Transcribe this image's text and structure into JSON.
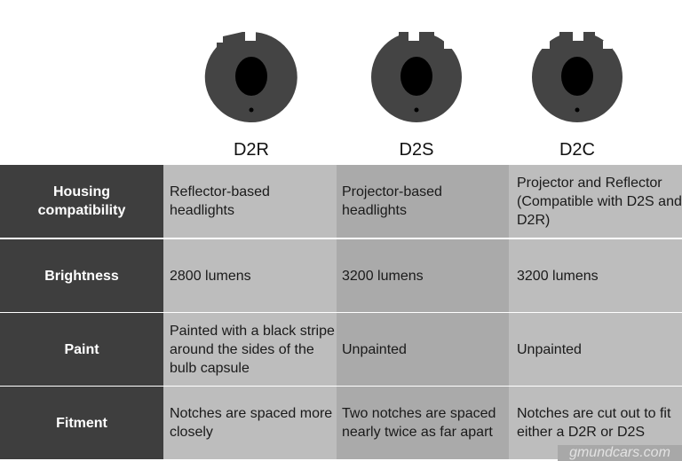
{
  "bulbs": [
    {
      "label": "D2R",
      "icon": "d2r-bulb-icon"
    },
    {
      "label": "D2S",
      "icon": "d2s-bulb-icon"
    },
    {
      "label": "D2C",
      "icon": "d2c-bulb-icon"
    }
  ],
  "rows": [
    {
      "header": "Housing compatibility",
      "values": [
        "Reflector-based headlights",
        "Projector-based headlights",
        "Projector and Reflector (Compatible with D2S and D2R)"
      ]
    },
    {
      "header": "Brightness",
      "values": [
        "2800 lumens",
        "3200 lumens",
        "3200 lumens"
      ]
    },
    {
      "header": "Paint",
      "values": [
        "Painted with a black stripe around the sides of the bulb capsule",
        "Unpainted",
        "Unpainted"
      ]
    },
    {
      "header": "Fitment",
      "values": [
        "Notches are spaced more closely",
        "Two notches are spaced nearly twice as far apart",
        "Notches are cut out to fit either a D2R or D2S"
      ]
    }
  ],
  "watermark": "gmundcars.com",
  "colors": {
    "header_bg": "#3e3e3e",
    "light_cell": "#bdbdbd",
    "mid_cell": "#aaaaaa",
    "bulb": "#444444"
  }
}
